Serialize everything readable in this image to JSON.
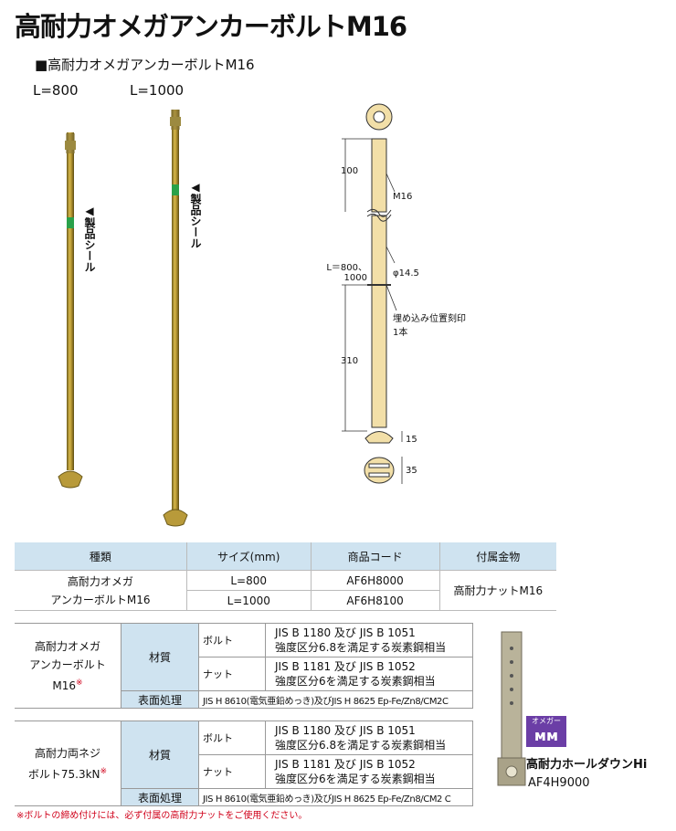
{
  "title": "高耐力オメガアンカーボルトM16",
  "subtitle": "■高耐力オメガアンカーボルトM16",
  "lengths": [
    "L=800",
    "L=1000"
  ],
  "seal_label": "◀製品シール",
  "drawing": {
    "d100": "100",
    "m16": "M16",
    "length": "L＝800、\n1000",
    "phi": "φ14.5",
    "mark": "埋め込み位置刻印\n1本",
    "d310": "310",
    "d15": "15",
    "d35": "35"
  },
  "product_table": {
    "headers": [
      "種類",
      "サイズ(mm)",
      "商品コード",
      "付属金物"
    ],
    "name": "高耐力オメガ\nアンカーボルトM16",
    "rows": [
      {
        "size": "L=800",
        "code": "AF6H8000"
      },
      {
        "size": "L=1000",
        "code": "AF6H8100"
      }
    ],
    "accessory": "高耐力ナットM16"
  },
  "spec1": {
    "name": "高耐力オメガ\nアンカーボルト\nM16",
    "material": "材質",
    "bolt": "ボルト",
    "bolt_std": "JIS B 1180 及び JIS B 1051\n強度区分6.8を満足する炭素鋼相当",
    "nut": "ナット",
    "nut_std": "JIS B 1181 及び JIS B 1052\n強度区分6を満足する炭素鋼相当",
    "surface": "表面処理",
    "surface_std": "JIS H 8610(電気亜鉛めっき)及びJIS H 8625 Ep-Fe/Zn8/CM2C"
  },
  "spec2": {
    "name": "高耐力両ネジ\nボルト75.3kN",
    "material": "材質",
    "bolt": "ボルト",
    "bolt_std": "JIS B 1180 及び JIS B 1051\n強度区分6.8を満足する炭素鋼相当",
    "nut": "ナット",
    "nut_std": "JIS B 1181 及び JIS B 1052\n強度区分6を満足する炭素鋼相当",
    "surface": "表面処理",
    "surface_std": "JIS H 8610(電気亜鉛めっき)及びJIS H 8625 Ep-Fe/Zn8/CM2 C"
  },
  "asterisk": "※",
  "holddown": {
    "badge": "オメガー",
    "name": "高耐力ホールダウンHi",
    "code": "AF4H9000"
  },
  "note": "※ボルトの締め付けには、必ず付属の高耐力ナットをご使用ください。"
}
